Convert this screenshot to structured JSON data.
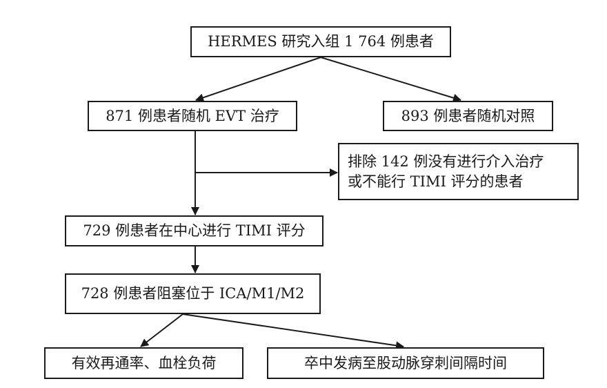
{
  "flowchart": {
    "nodes": {
      "enrolled": "HERMES 研究入组 1 764 例患者",
      "evt_group": "871 例患者随机 EVT 治疗",
      "control_group": "893 例患者随机对照",
      "excluded_line1": "排除 142 例没有进行介入治疗",
      "excluded_line2": "或不能行 TIMI 评分的患者",
      "timi_scored": "729 例患者在中心进行 TIMI 评分",
      "occlusion_site": "728 例患者阻塞位于 ICA/M1/M2",
      "outcome_reperfusion": "有效再通率、血栓负荷",
      "outcome_onset_interval": "卒中发病至股动脉穿刺间隔时间"
    },
    "line_color": "#1a1a1a"
  }
}
